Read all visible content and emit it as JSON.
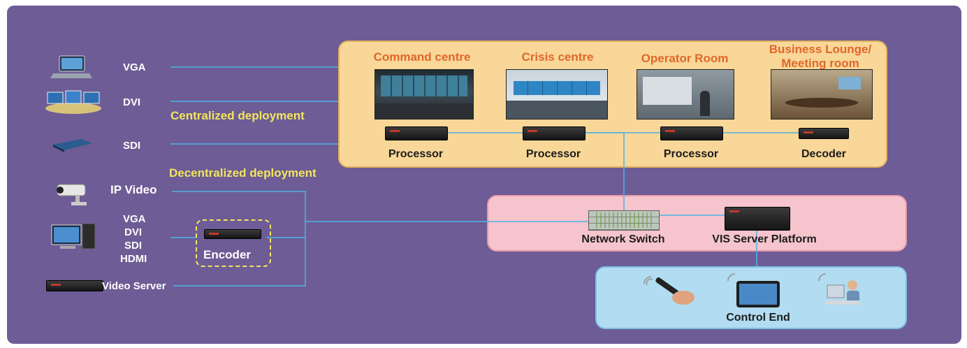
{
  "sources": {
    "vga": "VGA",
    "dvi": "DVI",
    "sdi": "SDI",
    "ip_video": "IP Video",
    "multi": [
      "VGA",
      "DVI",
      "SDI",
      "HDMI"
    ],
    "video_server": "Video Server"
  },
  "deployment": {
    "centralized": "Centralized deployment",
    "decentralized": "Decentralized deployment"
  },
  "encoder": "Encoder",
  "rooms": [
    {
      "title": "Command  centre",
      "device": "Processor"
    },
    {
      "title": "Crisis centre",
      "device": "Processor"
    },
    {
      "title": "Operator Room",
      "device": "Processor"
    },
    {
      "title_lines": [
        "Business Lounge/",
        "Meeting room"
      ],
      "device": "Decoder"
    }
  ],
  "network": {
    "switch": "Network Switch",
    "server": "VIS Server Platform"
  },
  "control": "Control End",
  "colors": {
    "background": "#6d5c95",
    "lines": "#4fb3e6",
    "yellow_text": "#f2e65c",
    "orange_text": "#e0672b",
    "cream_box": "#f8d798",
    "pink_box": "#f5c4cd",
    "blue_box": "#b2dcf1"
  }
}
